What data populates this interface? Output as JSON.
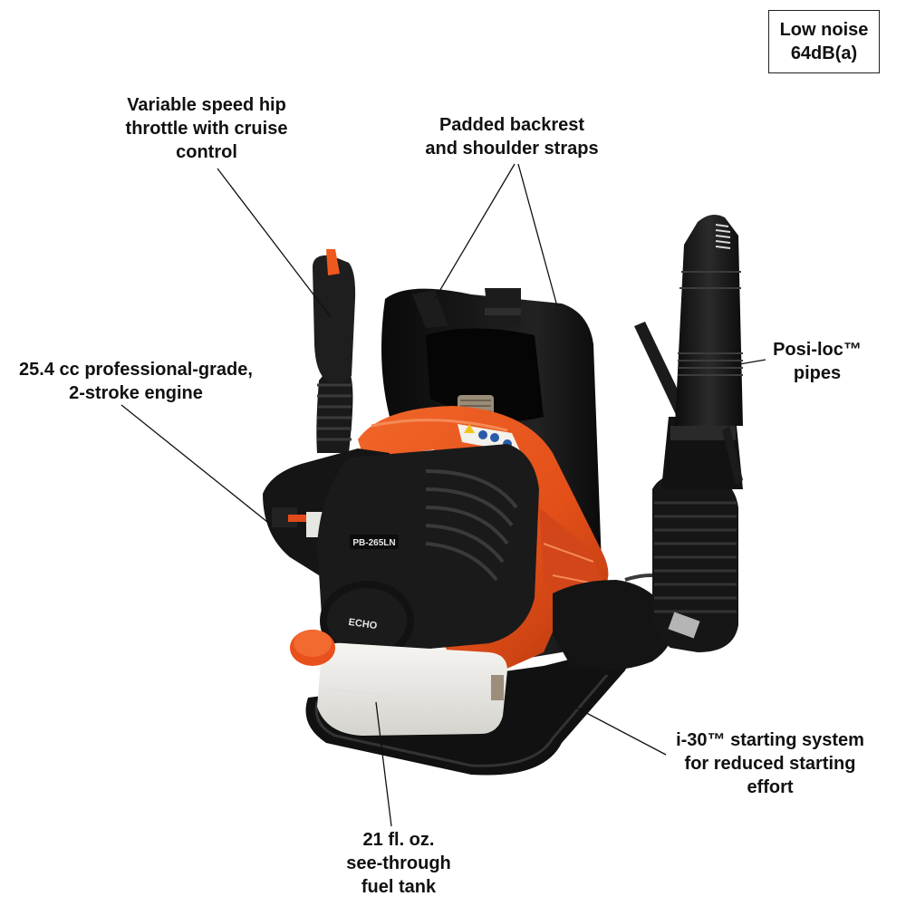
{
  "badge": {
    "line1": "Low noise",
    "line2": "64dB(a)"
  },
  "callouts": {
    "throttle": {
      "lines": [
        "Variable speed hip",
        "throttle with cruise",
        "control"
      ]
    },
    "backrest": {
      "lines": [
        "Padded backrest",
        "and shoulder straps"
      ]
    },
    "engine": {
      "lines": [
        "25.4 cc professional-grade,",
        "2-stroke engine"
      ]
    },
    "pipes": {
      "lines": [
        "Posi-loc™",
        "pipes"
      ]
    },
    "starting": {
      "lines": [
        "i-30™ starting system",
        "for reduced starting",
        "effort"
      ]
    },
    "fuel_tank": {
      "lines": [
        "21 fl. oz.",
        "see-through",
        "fuel tank"
      ]
    }
  },
  "product": {
    "brand_mark": "ECHO",
    "model": "PB-265LN",
    "colors": {
      "orange": "#e8501c",
      "orange_dark": "#b8380e",
      "black": "#141414",
      "black_mid": "#2a2a2a",
      "tank": "#eceae6",
      "tank_shadow": "#cfcdc8"
    }
  }
}
